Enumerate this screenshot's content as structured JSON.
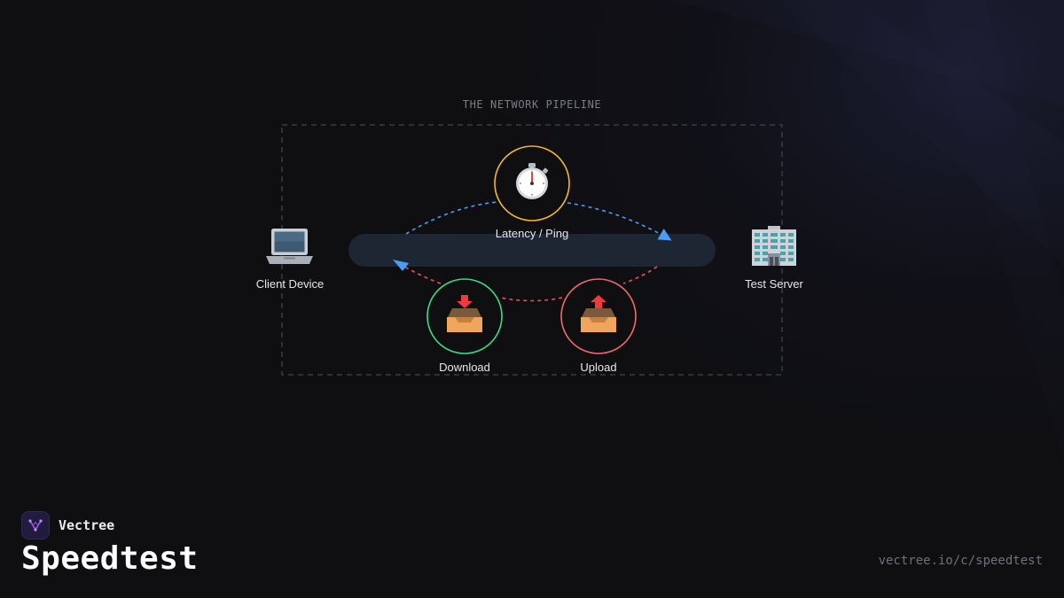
{
  "diagram": {
    "title": "THE NETWORK PIPELINE",
    "nodes": {
      "client": {
        "label": "Client Device",
        "icon": "laptop-icon"
      },
      "server": {
        "label": "Test Server",
        "icon": "office-building-icon"
      },
      "latency": {
        "label": "Latency / Ping",
        "icon": "stopwatch-icon",
        "color": "#f5b731"
      },
      "download": {
        "label": "Download",
        "icon": "download-tray-icon",
        "color": "#3ddc84"
      },
      "upload": {
        "label": "Upload",
        "icon": "upload-tray-icon",
        "color": "#f06a6a"
      }
    },
    "flows": {
      "outbound_color": "#4a9cf5",
      "return_color": "#ef4d5b"
    }
  },
  "brand": {
    "name": "Vectree",
    "accent": "#a25cf0"
  },
  "page": {
    "title": "Speedtest",
    "url": "vectree.io/c/speedtest"
  }
}
